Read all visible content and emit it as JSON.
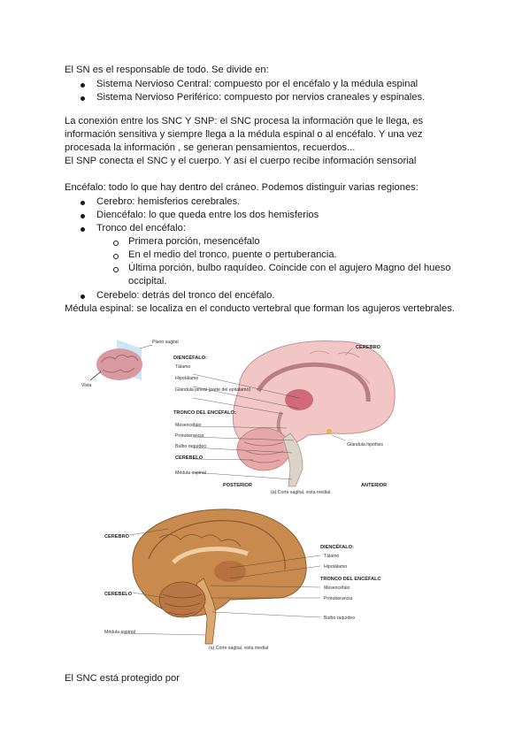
{
  "intro": {
    "line": "El SN es el responsable de todo. Se divide en:",
    "bullets": [
      "Sistema Nervioso Central: compuesto por el encéfalo y la médula espinal",
      "Sistema Nervioso Periférico: compuesto por nervios craneales y espinales."
    ]
  },
  "connection": {
    "lines": [
      "La conexión entre los SNC Y SNP: el SNC procesa la información que le llega, es",
      "información sensitiva y siempre llega a la médula espinal o al encéfalo. Y una vez",
      "procesada la información , se generan pensamientos, recuerdos...",
      "El SNP conecta el SNC y el cuerpo. Y así el cuerpo recibe información sensorial"
    ]
  },
  "encefalo": {
    "line": "Encéfalo: todo lo que hay dentro del cráneo. Podemos distinguir varias regiones:",
    "bullets": [
      "Cerebro: hemisferios cerebrales.",
      "Diencéfalo: lo que queda entre los dos hemisferios",
      "Tronco del encéfalo:"
    ],
    "sub_bullets": [
      "Primera porción, mesencéfalo",
      "En el medio del tronco, puente o pertuberancia.",
      "Última porción, bulbo raquídeo. Coincide con el agujero Magno del hueso",
      "occipital."
    ],
    "last_bullet": "Cerebelo: detrás del tronco del encéfalo.",
    "medula": "Médula espinal: se localiza en el conducto vertebral que forman los agujeros vertebrales."
  },
  "figure1": {
    "inset_labels": [
      "Plano sagital",
      "Vista"
    ],
    "labels": [
      "DIENCÉFALO:",
      "Tálamo",
      "Hipotálamo",
      "Glándula pineal (parte del epitálamo)",
      "TRONCO DEL ENCÉFALO:",
      "Mesencéfalo",
      "Protuberancia",
      "Bulbo raquídeo",
      "CEREBELO",
      "Médula espinal",
      "CEREBRO",
      "Glándula hipófisis",
      "POSTERIOR",
      "ANTERIOR"
    ],
    "caption": "(a) Corte sagital, vista medial"
  },
  "figure2": {
    "labels_left": [
      "CEREBRO",
      "CEREBELO",
      "Médula espinal"
    ],
    "labels_right": [
      "DIENCÉFALO:",
      "Tálamo",
      "Hipotálamo",
      "TRONCO DEL ENCÉFALO:",
      "Mesencéfalo",
      "Protuberancia",
      "Bulbo raquídeo"
    ],
    "caption": "(a) Corte sagital, vista medial"
  },
  "closing": "El SNC está protegido por"
}
